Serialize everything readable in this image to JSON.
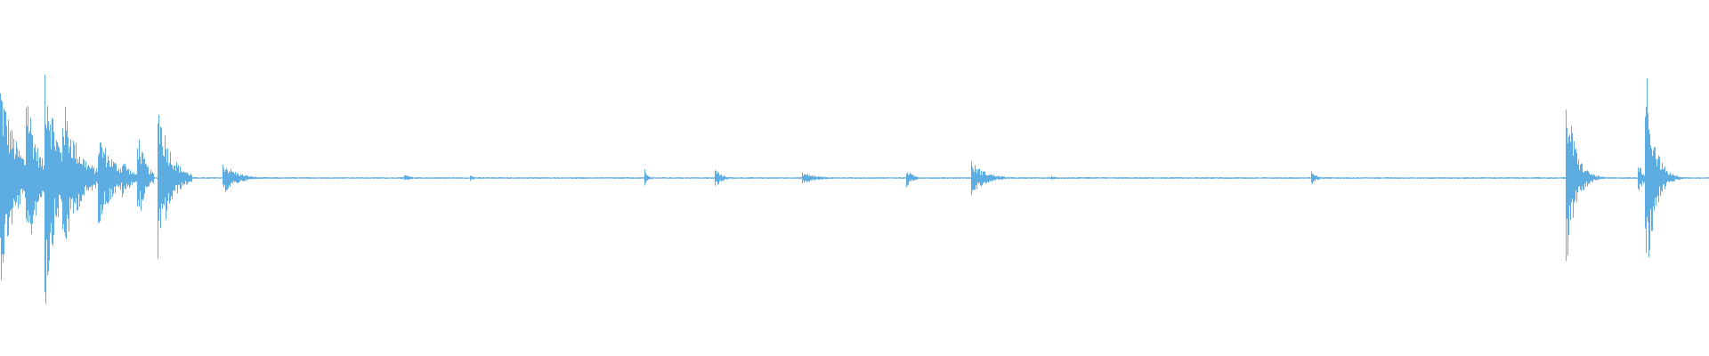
{
  "waveform": {
    "color": "#5dade2",
    "background": "#ffffff",
    "bursts": [
      {
        "start": 0.0,
        "end": 0.03,
        "amp": 0.72,
        "decay": 0.35
      },
      {
        "start": 0.015,
        "end": 0.028,
        "amp": 0.75,
        "decay": 0.5
      },
      {
        "start": 0.026,
        "end": 0.045,
        "amp": 0.95,
        "decay": 0.4
      },
      {
        "start": 0.036,
        "end": 0.058,
        "amp": 0.6,
        "decay": 0.5
      },
      {
        "start": 0.057,
        "end": 0.08,
        "amp": 0.33,
        "decay": 0.5
      },
      {
        "start": 0.071,
        "end": 0.081,
        "amp": 0.16,
        "decay": 0.6
      },
      {
        "start": 0.08,
        "end": 0.09,
        "amp": 0.38,
        "decay": 0.5
      },
      {
        "start": 0.092,
        "end": 0.112,
        "amp": 0.6,
        "decay": 0.4
      },
      {
        "start": 0.13,
        "end": 0.16,
        "amp": 0.12,
        "decay": 0.3
      },
      {
        "start": 0.236,
        "end": 0.245,
        "amp": 0.03,
        "decay": 0.5
      },
      {
        "start": 0.275,
        "end": 0.282,
        "amp": 0.02,
        "decay": 0.5
      },
      {
        "start": 0.377,
        "end": 0.381,
        "amp": 0.06,
        "decay": 0.5
      },
      {
        "start": 0.418,
        "end": 0.43,
        "amp": 0.07,
        "decay": 0.4
      },
      {
        "start": 0.469,
        "end": 0.49,
        "amp": 0.04,
        "decay": 0.5
      },
      {
        "start": 0.53,
        "end": 0.54,
        "amp": 0.07,
        "decay": 0.4
      },
      {
        "start": 0.568,
        "end": 0.6,
        "amp": 0.12,
        "decay": 0.3
      },
      {
        "start": 0.615,
        "end": 0.62,
        "amp": 0.02,
        "decay": 0.5
      },
      {
        "start": 0.767,
        "end": 0.775,
        "amp": 0.06,
        "decay": 0.4
      },
      {
        "start": 0.916,
        "end": 0.94,
        "amp": 0.68,
        "decay": 0.25
      },
      {
        "start": 0.958,
        "end": 0.966,
        "amp": 0.12,
        "decay": 0.5
      },
      {
        "start": 0.962,
        "end": 1.0,
        "amp": 0.95,
        "decay": 0.15
      }
    ],
    "noise_floor": 0.006
  }
}
